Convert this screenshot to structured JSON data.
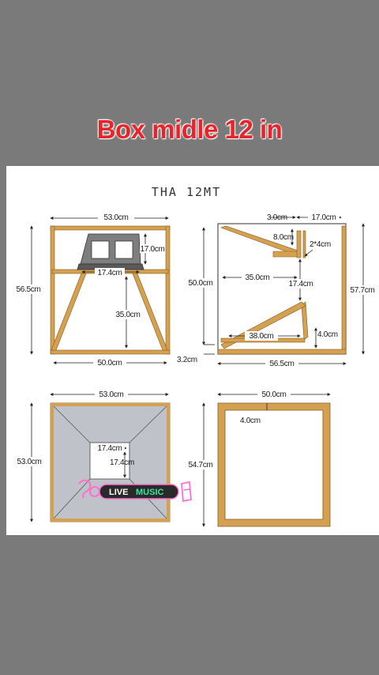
{
  "title": "Box midle 12 in",
  "model": "THA 12MT",
  "watermark": {
    "text_a": "LIVE",
    "text_b": "MUSIC"
  },
  "front": {
    "width_top": "53.0cm",
    "height_left": "56.5cm",
    "speaker_height": "17.0cm",
    "speaker_cutout": "17.4cm",
    "leg_height": "35.0cm",
    "width_bottom": "50.0cm"
  },
  "side": {
    "top_a": "3.0cm",
    "top_b": "17.0cm",
    "inner_a": "8.0cm",
    "inner_b": "2*4cm",
    "height_left": "50.0cm",
    "depth_mid": "35.0cm",
    "inner_c": "17.4cm",
    "height_right": "57.7cm",
    "ramp_len": "38.0cm",
    "foot": "4.0cm",
    "base_left": "3.2cm",
    "base_width": "56.5cm"
  },
  "horn_view": {
    "width_top": "53.0cm",
    "height_left": "53.0cm",
    "throat_w": "17.4cm",
    "throat_h": "17.4cm"
  },
  "frame_view": {
    "width_top": "50.0cm",
    "thickness": "4.0cm",
    "height_left": "54.7cm"
  },
  "colors": {
    "wood": "#d4a152",
    "wood_edge": "#8a5a1c",
    "title": "#e8242a",
    "line": "#222222",
    "horn_fill": "#bfc3c9"
  }
}
